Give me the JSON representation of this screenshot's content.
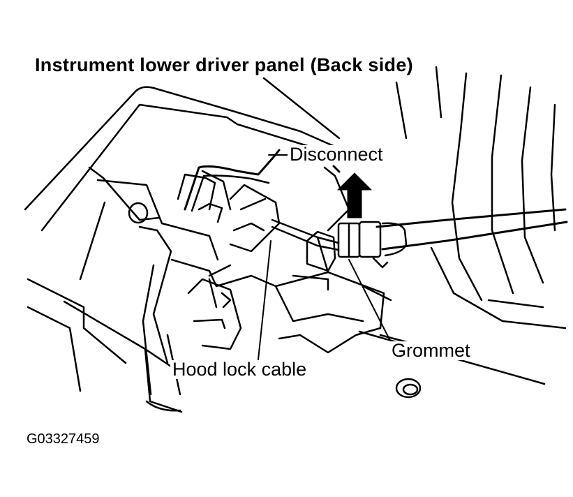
{
  "diagram": {
    "title": "Instrument lower driver panel (Back side)",
    "callouts": {
      "disconnect": "Disconnect",
      "grommet": "Grommet",
      "hood_lock_cable": "Hood lock cable"
    },
    "figure_id": "G03327459",
    "arrow_meaning": "pull up to disconnect",
    "colors": {
      "ink": "#000000",
      "paper": "#ffffff"
    }
  }
}
